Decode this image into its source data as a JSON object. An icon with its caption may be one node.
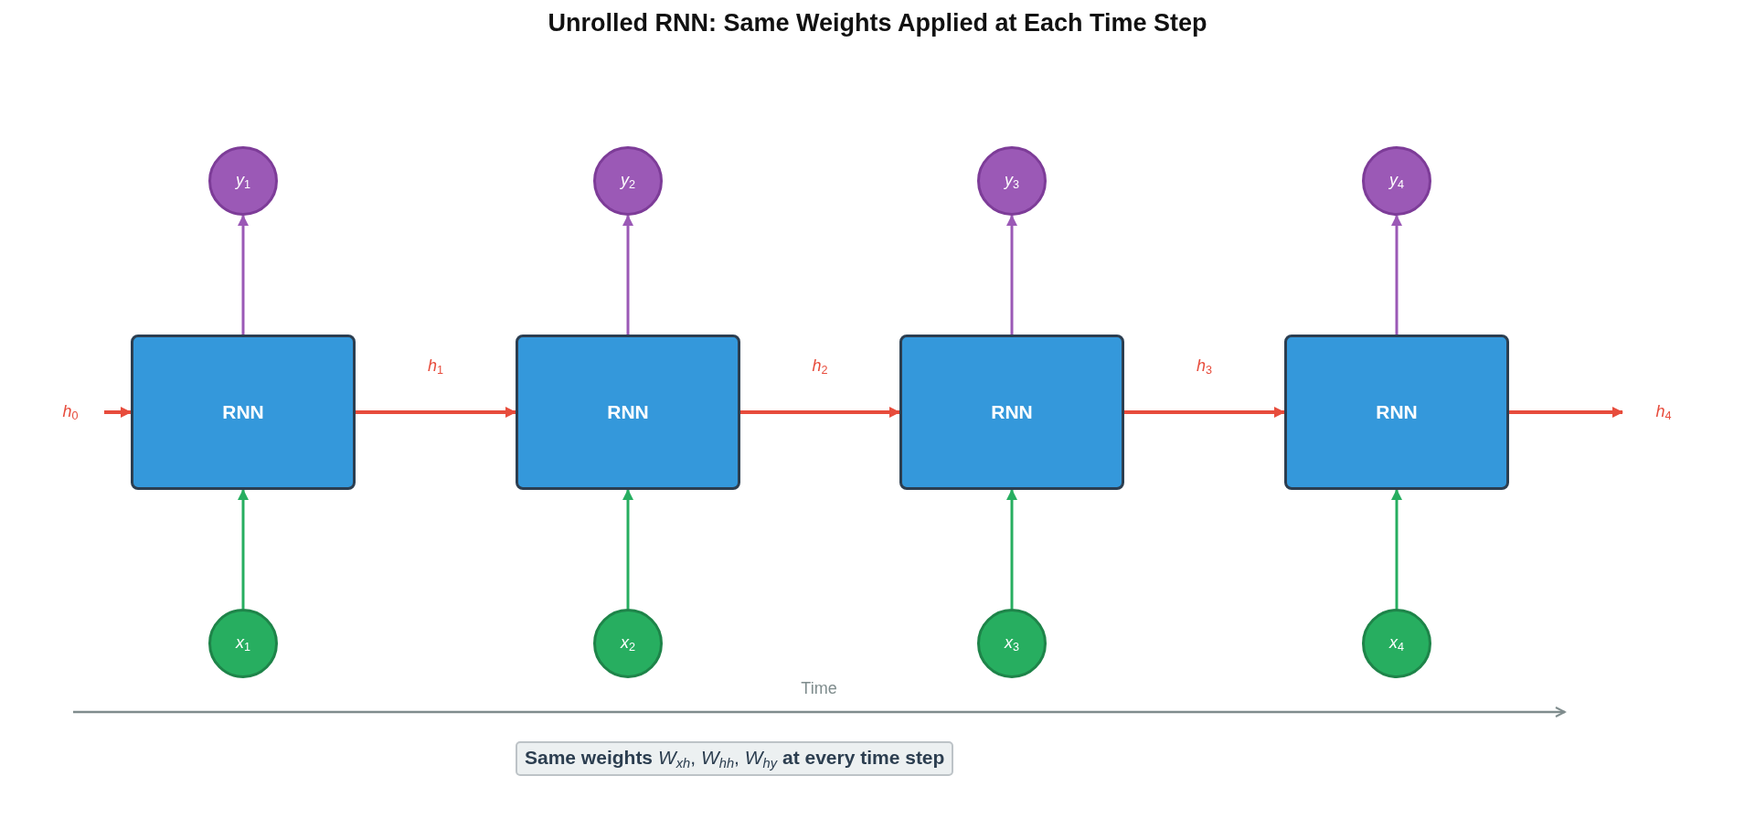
{
  "diagram": {
    "title": "Unrolled RNN: Same Weights Applied at Each Time Step",
    "nodes": [
      {
        "text": [
          "*y*$_{1}$"
        ]
      },
      {
        "text": [
          "*y*$_{2}$"
        ]
      },
      {
        "text": [
          "*y*$_{3}$"
        ]
      },
      {
        "text": [
          "*y*$_{4}$"
        ]
      },
      {
        "text": [
          "*h*$_{0}$"
        ]
      },
      {
        "text": [
          "RNN"
        ]
      },
      {
        "text": [
          "RNN"
        ]
      },
      {
        "text": [
          "RNN"
        ]
      },
      {
        "text": [
          "RNN"
        ]
      },
      {
        "text": [
          "*h*$_{4}$"
        ]
      },
      {
        "text": [
          "*x*$_{1}$"
        ]
      },
      {
        "text": [
          "*x*$_{2}$"
        ]
      },
      {
        "text": [
          "*x*$_{3}$"
        ]
      },
      {
        "text": [
          "*x*$_{4}$"
        ]
      },
      {
        "text": [
          "**Same weights** *W*$_{xh}$, *W*$_{hh}$, *W*$_{hy}$ **at every time step**"
        ]
      }
    ],
    "edges": [
      {
        "from": 4,
        "to": 5,
        "arrow": "to"
      },
      {
        "from": 5,
        "to": 6,
        "arrow": "to",
        "label": "*h*$_{1}$"
      },
      {
        "from": 6,
        "to": 7,
        "arrow": "to",
        "label": "*h*$_{2}$"
      },
      {
        "from": 7,
        "to": 8,
        "arrow": "to",
        "label": "*h*$_{3}$"
      },
      {
        "from": 8,
        "to": 9,
        "arrow": "to"
      },
      {
        "from": 10,
        "to": 5,
        "arrow": "to",
        "color": "#27ae60"
      },
      {
        "from": 11,
        "to": 6,
        "arrow": "to",
        "color": "#27ae60"
      },
      {
        "from": 12,
        "to": 7,
        "arrow": "to",
        "color": "#27ae60"
      },
      {
        "from": 13,
        "to": 8,
        "arrow": "to",
        "color": "#27ae60"
      },
      {
        "from": 5,
        "to": 0,
        "arrow": "to",
        "color": "#9b59b6"
      },
      {
        "from": 6,
        "to": 1,
        "arrow": "to",
        "color": "#9b59b6"
      },
      {
        "from": 7,
        "to": 2,
        "arrow": "to",
        "color": "#9b59b6"
      },
      {
        "from": 8,
        "to": 3,
        "arrow": "to",
        "color": "#9b59b6"
      }
    ],
    "labels": [
      "Time"
    ]
  }
}
